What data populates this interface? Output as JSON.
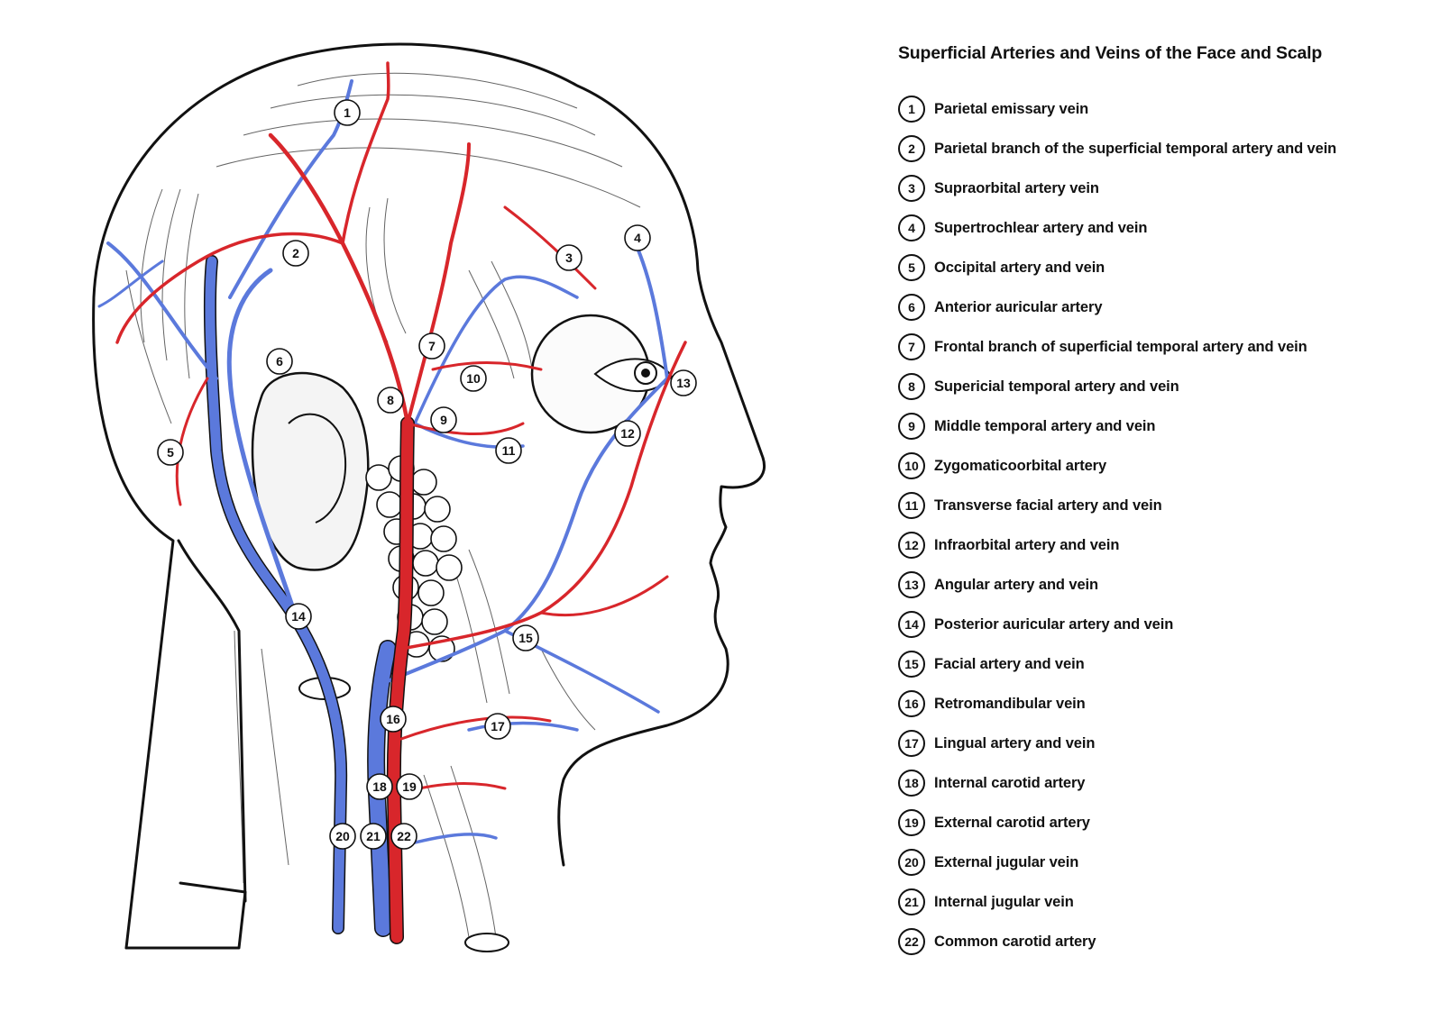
{
  "title": "Superficial Arteries and Veins of the Face and Scalp",
  "legend": [
    {
      "number": "1",
      "label": "Parietal emissary vein"
    },
    {
      "number": "2",
      "label": "Parietal branch of the superficial temporal artery and vein"
    },
    {
      "number": "3",
      "label": "Supraorbital artery vein"
    },
    {
      "number": "4",
      "label": "Supertrochlear artery and vein"
    },
    {
      "number": "5",
      "label": "Occipital artery and vein"
    },
    {
      "number": "6",
      "label": "Anterior auricular artery"
    },
    {
      "number": "7",
      "label": "Frontal branch of superficial temporal artery and vein"
    },
    {
      "number": "8",
      "label": "Supericial temporal artery and vein"
    },
    {
      "number": "9",
      "label": "Middle temporal artery and vein"
    },
    {
      "number": "10",
      "label": "Zygomaticoorbital artery"
    },
    {
      "number": "11",
      "label": "Transverse facial artery and vein"
    },
    {
      "number": "12",
      "label": "Infraorbital artery and vein"
    },
    {
      "number": "13",
      "label": "Angular artery and vein"
    },
    {
      "number": "14",
      "label": "Posterior auricular artery and vein"
    },
    {
      "number": "15",
      "label": "Facial artery and vein"
    },
    {
      "number": "16",
      "label": "Retromandibular vein"
    },
    {
      "number": "17",
      "label": "Lingual artery and vein"
    },
    {
      "number": "18",
      "label": "Internal carotid artery"
    },
    {
      "number": "19",
      "label": "External carotid artery"
    },
    {
      "number": "20",
      "label": "External jugular vein"
    },
    {
      "number": "21",
      "label": "Internal jugular vein"
    },
    {
      "number": "22",
      "label": "Common carotid artery"
    }
  ],
  "colors": {
    "artery": "#d8262b",
    "vein": "#5b79dc",
    "ink": "#111111"
  }
}
